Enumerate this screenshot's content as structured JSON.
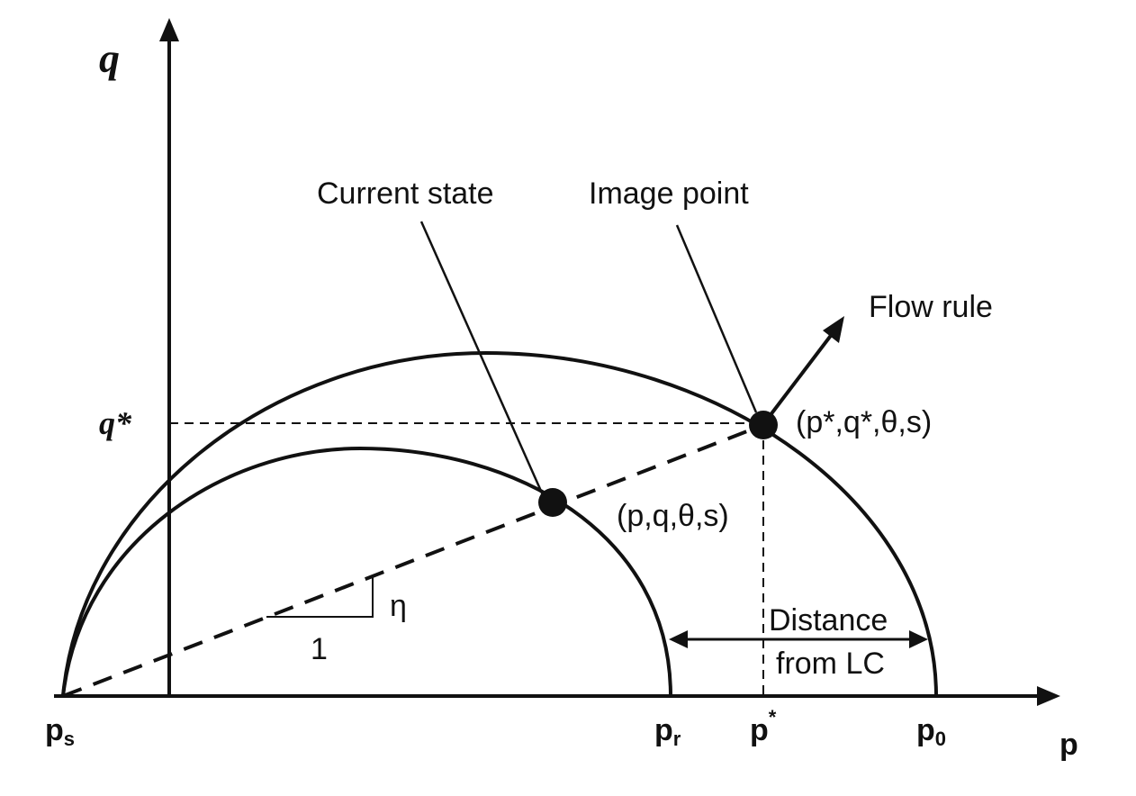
{
  "axes": {
    "x_label": "p",
    "y_label": "q",
    "q_star": "q*"
  },
  "points": {
    "ps": {
      "base": "p",
      "sub": "s"
    },
    "pr": {
      "base": "p",
      "sub": "r"
    },
    "pstar": {
      "base": "p",
      "sup": "*"
    },
    "p0": {
      "base": "p",
      "sub": "0"
    }
  },
  "annotations": {
    "current_state": "Current state",
    "image_point": "Image point",
    "flow_rule": "Flow rule",
    "current_state_coords": "(p,q,θ,s)",
    "image_point_coords": "(p*,q*,θ,s)",
    "slope_symbol": "η",
    "slope_run": "1",
    "distance_line1": "Distance",
    "distance_line2": "from LC"
  },
  "colors": {
    "ink": "#111111",
    "background": "#ffffff"
  }
}
